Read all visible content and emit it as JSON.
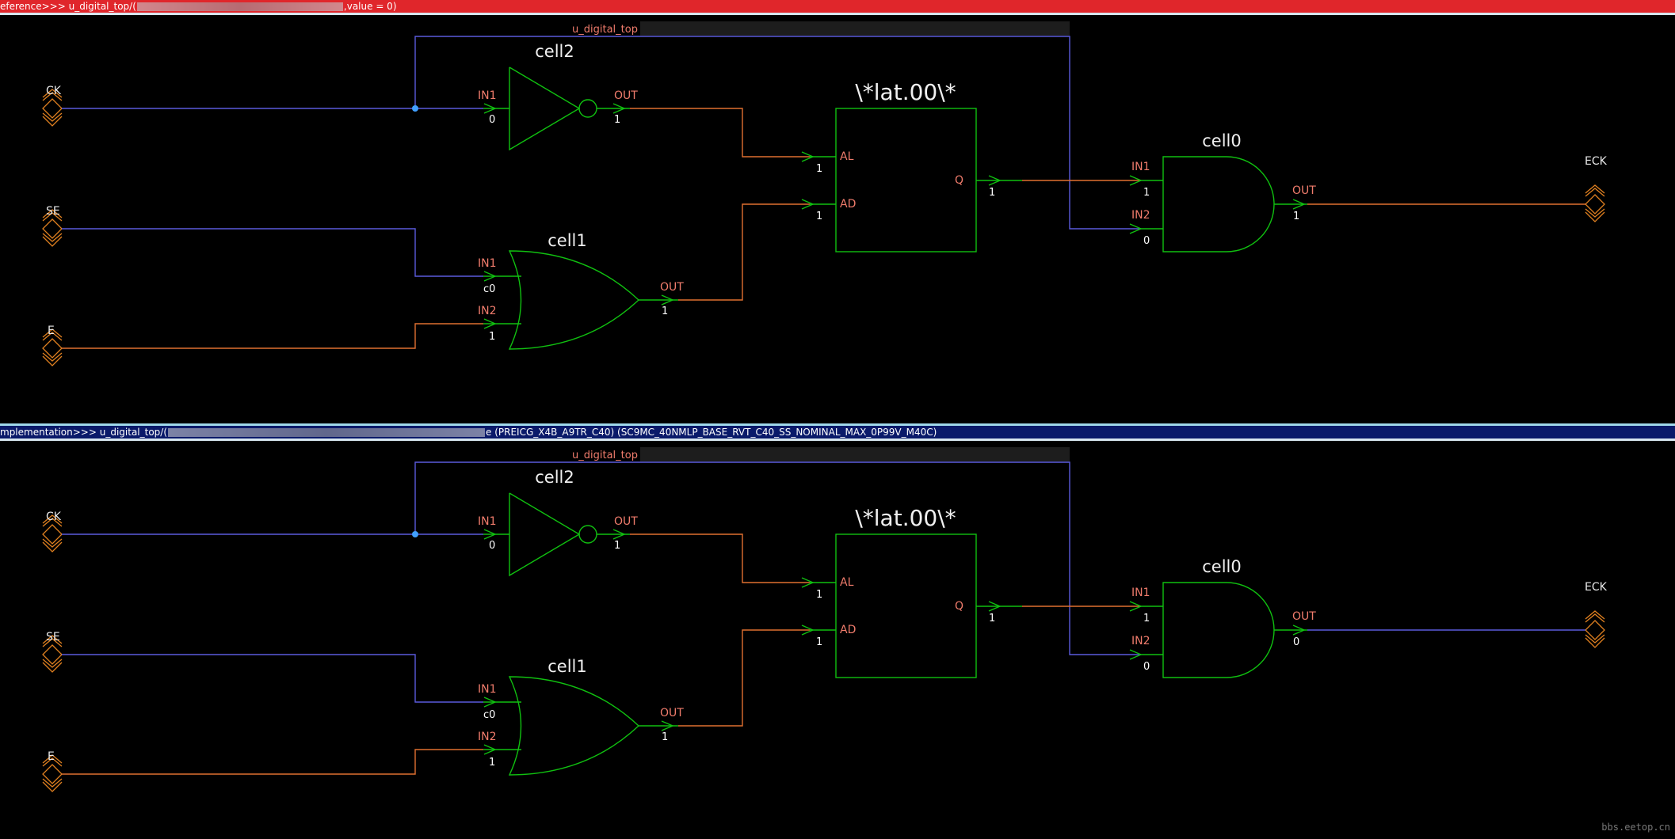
{
  "top_title": {
    "prefix": "eference>>> u_digital_top/(",
    "suffix": ",value = 0)"
  },
  "bottom_title": {
    "prefix": "mplementation>>> u_digital_top/(",
    "suffix": "e (PREICG_X4B_A9TR_C40) (SC9MC_40NMLP_BASE_RVT_C40_SS_NOMINAL_MAX_0P99V_M40C)"
  },
  "colors": {
    "wire_blue": "#5a5adc",
    "wire_orange": "#e07030",
    "cell_green": "#10c010",
    "port_orange": "#e08020",
    "pin_label": "#f07c6c",
    "value_white": "#ffffff",
    "junction": "#40a0ff"
  },
  "schematics": [
    {
      "id": "reference",
      "hier_label": "u_digital_top",
      "ports": {
        "ck": "CK",
        "se": "SE",
        "e": "E",
        "eck": "ECK"
      },
      "cell2": {
        "name": "cell2",
        "in_pin": "IN1",
        "in_val": "0",
        "out_pin": "OUT",
        "out_val": "1"
      },
      "cell1": {
        "name": "cell1",
        "in1_pin": "IN1",
        "in1_val": "c0",
        "in2_pin": "IN2",
        "in2_val": "1",
        "out_pin": "OUT",
        "out_val": "1"
      },
      "latch": {
        "name": "\\*lat.00\\*",
        "al_pin": "AL",
        "al_val": "1",
        "ad_pin": "AD",
        "ad_val": "1",
        "q_pin": "Q",
        "q_val": "1"
      },
      "cell0": {
        "name": "cell0",
        "in1_pin": "IN1",
        "in1_val": "1",
        "in2_pin": "IN2",
        "in2_val": "0",
        "out_pin": "OUT",
        "out_val": "1"
      },
      "eck_wire": "orange"
    },
    {
      "id": "implementation",
      "hier_label": "u_digital_top",
      "ports": {
        "ck": "CK",
        "se": "SE",
        "e": "E",
        "eck": "ECK"
      },
      "cell2": {
        "name": "cell2",
        "in_pin": "IN1",
        "in_val": "0",
        "out_pin": "OUT",
        "out_val": "1"
      },
      "cell1": {
        "name": "cell1",
        "in1_pin": "IN1",
        "in1_val": "c0",
        "in2_pin": "IN2",
        "in2_val": "1",
        "out_pin": "OUT",
        "out_val": "1"
      },
      "latch": {
        "name": "\\*lat.00\\*",
        "al_pin": "AL",
        "al_val": "1",
        "ad_pin": "AD",
        "ad_val": "1",
        "q_pin": "Q",
        "q_val": "1"
      },
      "cell0": {
        "name": "cell0",
        "in1_pin": "IN1",
        "in1_val": "1",
        "in2_pin": "IN2",
        "in2_val": "0",
        "out_pin": "OUT",
        "out_val": "0"
      },
      "eck_wire": "blue"
    }
  ],
  "watermark": "bbs.eetop.cn"
}
